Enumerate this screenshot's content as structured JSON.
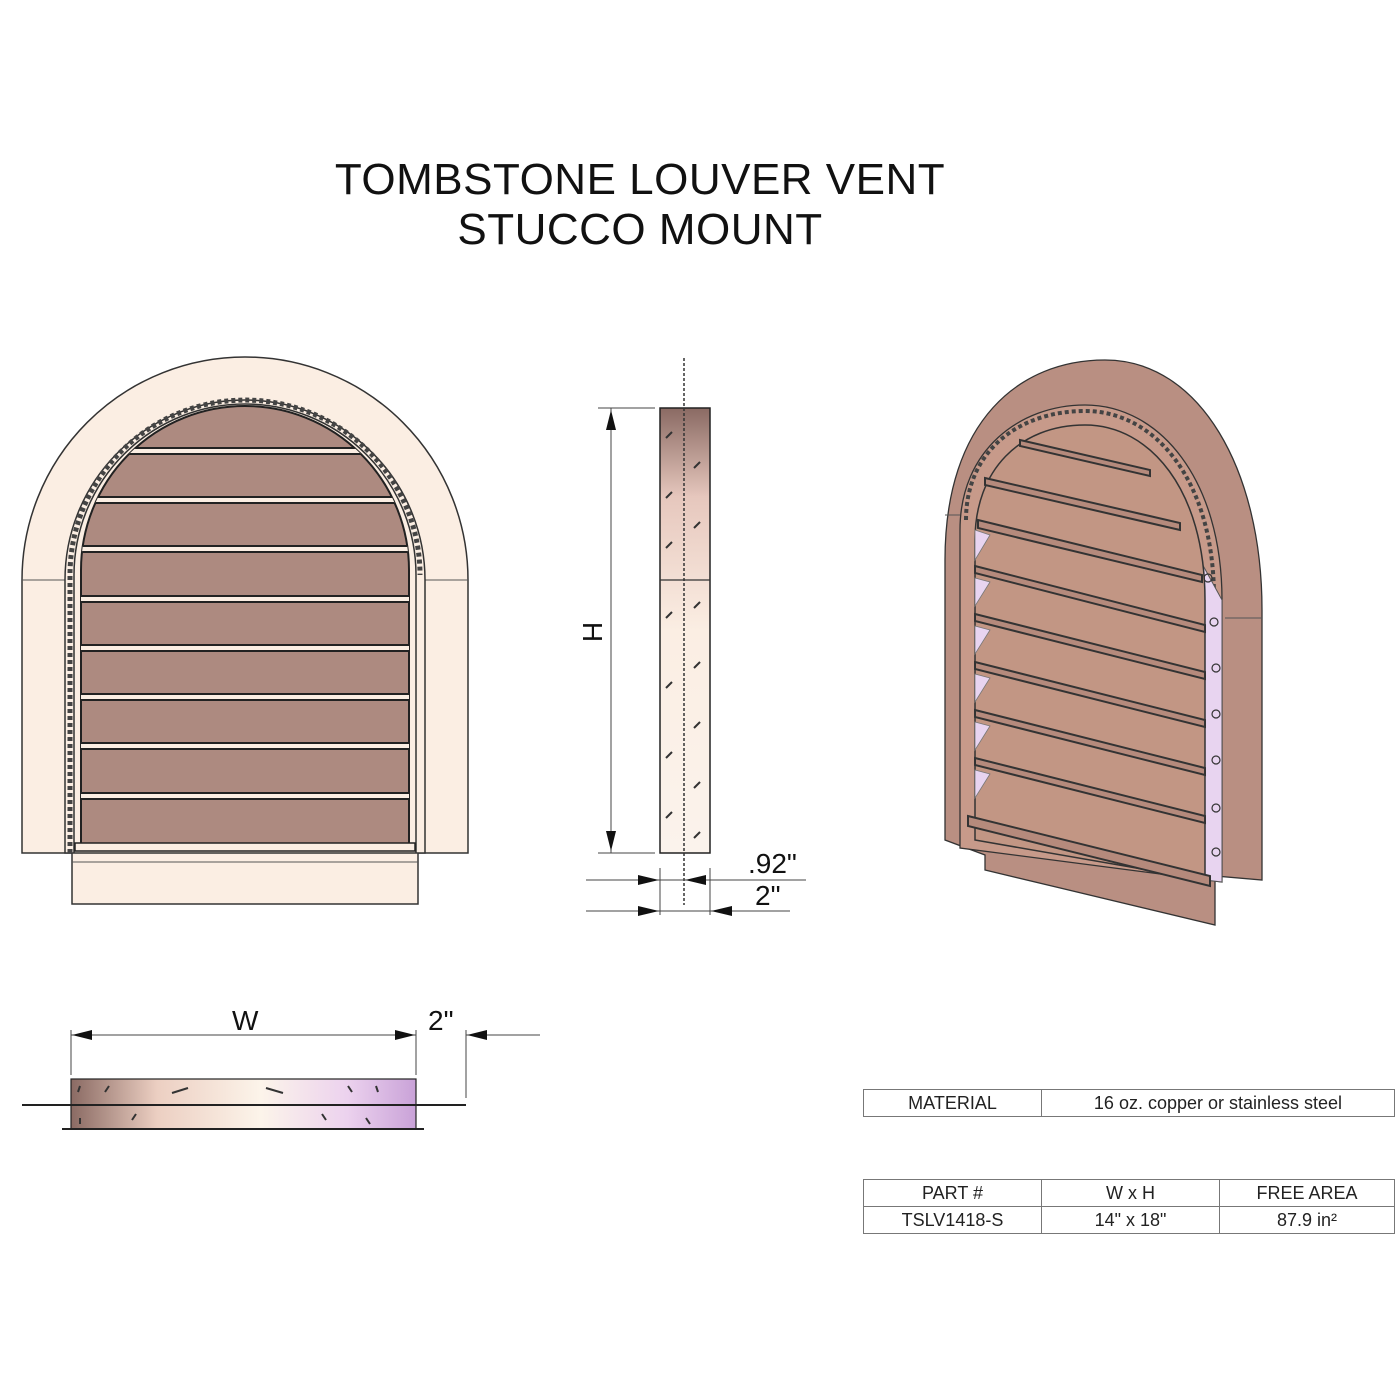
{
  "title": {
    "line1": "TOMBSTONE LOUVER VENT",
    "line2": "STUCCO MOUNT"
  },
  "views": {
    "front": {
      "label": "front-elevation",
      "louver_count": 9
    },
    "side": {
      "height_label": "H",
      "depth_label_1": ".92\"",
      "depth_label_2": "2\""
    },
    "top": {
      "width_label": "W",
      "flange_label": "2\""
    },
    "isometric": {
      "label": "isometric-view"
    }
  },
  "material_table": {
    "label": "MATERIAL",
    "value": "16 oz. copper or stainless steel"
  },
  "part_table": {
    "headers": [
      "PART #",
      "W x H",
      "FREE AREA"
    ],
    "rows": [
      [
        "TSLV1418-S",
        "14\" x 18\"",
        "87.9 in²"
      ]
    ]
  },
  "colors": {
    "stucco_flange": "#fbeee3",
    "louver_copper": "#ad8a80",
    "iso_copper": "#b98f82",
    "highlight_violet": "#e8d4f0",
    "line": "#222222"
  }
}
